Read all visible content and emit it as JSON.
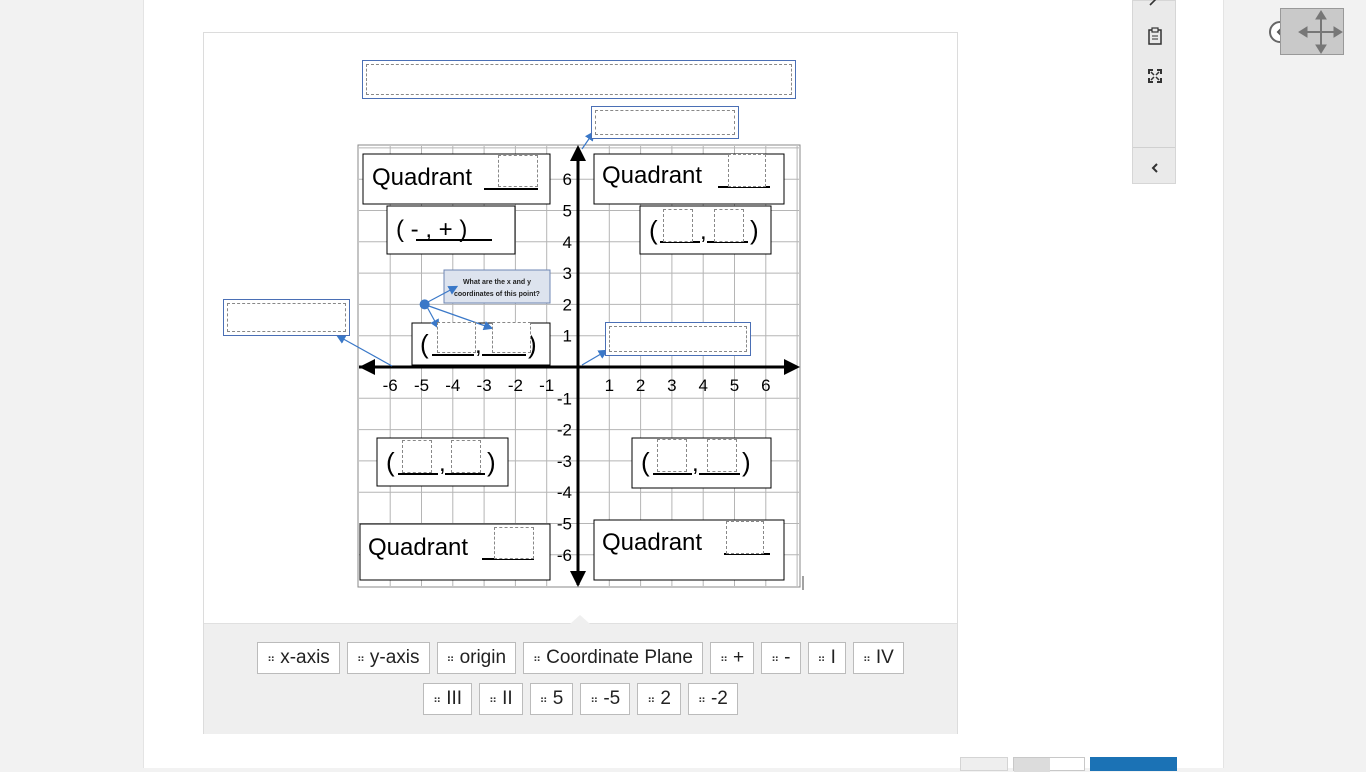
{
  "graph": {
    "x_ticks": [
      "-6",
      "-5",
      "-4",
      "-3",
      "-2",
      "-1",
      "1",
      "2",
      "3",
      "4",
      "5",
      "6"
    ],
    "y_ticks_positive": [
      "6",
      "5",
      "4",
      "3",
      "2",
      "1"
    ],
    "y_ticks_negative": [
      "-1",
      "-2",
      "-3",
      "-4",
      "-5",
      "-6"
    ],
    "quadrant_word": "Quadrant",
    "q2_coordinate_hint": "( - , + )",
    "callout_text_line1": "What are the x and y",
    "callout_text_line2": "coordinates of this point?",
    "plotted_point": {
      "x": -5,
      "y": 2
    },
    "colors": {
      "axis": "#000000",
      "grid": "#b5b5b5",
      "drop_border": "#4a6fb5",
      "point": "#3a78c8"
    }
  },
  "answer_bank": {
    "row1": [
      "x-axis",
      "y-axis",
      "origin",
      "Coordinate Plane",
      "+",
      "-",
      "I",
      "IV"
    ],
    "row2": [
      "III",
      "II",
      "5",
      "-5",
      "2",
      "-2"
    ],
    "grip_icon": "drag-grip-icon"
  },
  "toolbar": {
    "icons": [
      "scratchpad-icon",
      "notepad-icon",
      "expand-icon",
      "collapse-chevron-icon"
    ]
  },
  "move_widget": {
    "icons": [
      "back-circle-icon",
      "move-arrows-icon"
    ]
  }
}
